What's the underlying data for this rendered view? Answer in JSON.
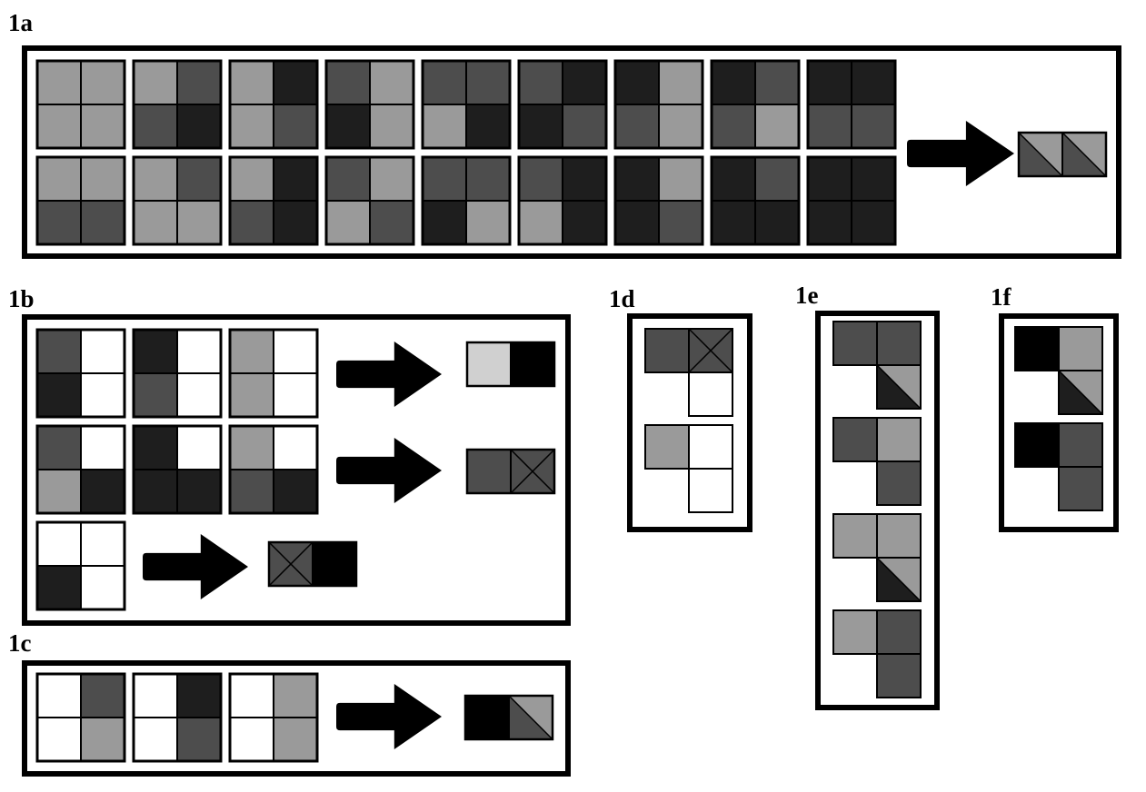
{
  "colors": {
    "white": "#ffffff",
    "light": "#d0d0d0",
    "mid": "#9a9a9a",
    "dark": "#4d4d4d",
    "darker": "#1e1e1e",
    "black": "#000000",
    "outline": "#000000"
  },
  "legend": {
    "W": "white",
    "L": "light",
    "M": "mid",
    "D": "dark",
    "K": "darker",
    "B": "black",
    "tile_kinds": [
      "solid",
      "diag",
      "x",
      "empty"
    ]
  },
  "labels": {
    "p1a": "1a",
    "p1b": "1b",
    "p1c": "1c",
    "p1d": "1d",
    "p1e": "1e",
    "p1f": "1f"
  },
  "panels": {
    "p1a": {
      "grids": [
        [
          "M",
          "M",
          "M",
          "M"
        ],
        [
          "M",
          "D",
          "D",
          "K"
        ],
        [
          "M",
          "K",
          "M",
          "D"
        ],
        [
          "D",
          "M",
          "K",
          "M"
        ],
        [
          "D",
          "D",
          "M",
          "K"
        ],
        [
          "D",
          "K",
          "K",
          "D"
        ],
        [
          "K",
          "M",
          "D",
          "M"
        ],
        [
          "K",
          "D",
          "D",
          "M"
        ],
        [
          "K",
          "K",
          "D",
          "D"
        ],
        [
          "M",
          "M",
          "D",
          "D"
        ],
        [
          "M",
          "D",
          "M",
          "M"
        ],
        [
          "M",
          "K",
          "D",
          "K"
        ],
        [
          "D",
          "M",
          "M",
          "D"
        ],
        [
          "D",
          "D",
          "K",
          "M"
        ],
        [
          "D",
          "K",
          "M",
          "K"
        ],
        [
          "K",
          "M",
          "K",
          "D"
        ],
        [
          "K",
          "D",
          "K",
          "K"
        ],
        [
          "K",
          "K",
          "K",
          "K"
        ]
      ],
      "results": [
        [
          {
            "kind": "diag",
            "a": "D",
            "b": "M"
          },
          {
            "kind": "diag",
            "a": "D",
            "b": "M"
          }
        ]
      ]
    },
    "p1b": {
      "grids": [
        [
          "D",
          "W",
          "K",
          "W"
        ],
        [
          "K",
          "W",
          "D",
          "W"
        ],
        [
          "M",
          "W",
          "M",
          "W"
        ],
        [
          "D",
          "W",
          "M",
          "K"
        ],
        [
          "K",
          "W",
          "K",
          "K"
        ],
        [
          "M",
          "W",
          "D",
          "K"
        ],
        [
          "W",
          "W",
          "K",
          "W"
        ]
      ],
      "results": [
        [
          {
            "kind": "solid",
            "c": "L"
          },
          {
            "kind": "solid",
            "c": "B"
          }
        ],
        [
          {
            "kind": "solid",
            "c": "D"
          },
          {
            "kind": "x",
            "c": "D"
          }
        ],
        [
          {
            "kind": "x",
            "c": "D"
          },
          {
            "kind": "solid",
            "c": "B"
          }
        ]
      ]
    },
    "p1c": {
      "grids": [
        [
          "W",
          "D",
          "W",
          "M"
        ],
        [
          "W",
          "K",
          "W",
          "D"
        ],
        [
          "W",
          "M",
          "W",
          "M"
        ]
      ],
      "results": [
        [
          {
            "kind": "solid",
            "c": "B"
          },
          {
            "kind": "diag",
            "a": "D",
            "b": "M"
          }
        ]
      ]
    },
    "p1d": {
      "shapes": [
        [
          {
            "kind": "solid",
            "c": "D"
          },
          {
            "kind": "x",
            "c": "D"
          },
          {
            "kind": "empty"
          },
          {
            "kind": "solid",
            "c": "W"
          }
        ],
        [
          {
            "kind": "solid",
            "c": "M"
          },
          {
            "kind": "solid",
            "c": "W"
          },
          {
            "kind": "empty"
          },
          {
            "kind": "solid",
            "c": "W"
          }
        ]
      ]
    },
    "p1e": {
      "shapes": [
        [
          {
            "kind": "solid",
            "c": "D"
          },
          {
            "kind": "solid",
            "c": "D"
          },
          {
            "kind": "empty"
          },
          {
            "kind": "diag",
            "a": "K",
            "b": "M"
          }
        ],
        [
          {
            "kind": "solid",
            "c": "D"
          },
          {
            "kind": "solid",
            "c": "M"
          },
          {
            "kind": "empty"
          },
          {
            "kind": "solid",
            "c": "D"
          }
        ],
        [
          {
            "kind": "solid",
            "c": "M"
          },
          {
            "kind": "solid",
            "c": "M"
          },
          {
            "kind": "empty"
          },
          {
            "kind": "diag",
            "a": "K",
            "b": "M"
          }
        ],
        [
          {
            "kind": "solid",
            "c": "M"
          },
          {
            "kind": "solid",
            "c": "D"
          },
          {
            "kind": "empty"
          },
          {
            "kind": "solid",
            "c": "D"
          }
        ]
      ]
    },
    "p1f": {
      "shapes": [
        [
          {
            "kind": "solid",
            "c": "B"
          },
          {
            "kind": "solid",
            "c": "M"
          },
          {
            "kind": "empty"
          },
          {
            "kind": "diag",
            "a": "K",
            "b": "M"
          }
        ],
        [
          {
            "kind": "solid",
            "c": "B"
          },
          {
            "kind": "solid",
            "c": "D"
          },
          {
            "kind": "empty"
          },
          {
            "kind": "solid",
            "c": "D"
          }
        ]
      ]
    }
  }
}
